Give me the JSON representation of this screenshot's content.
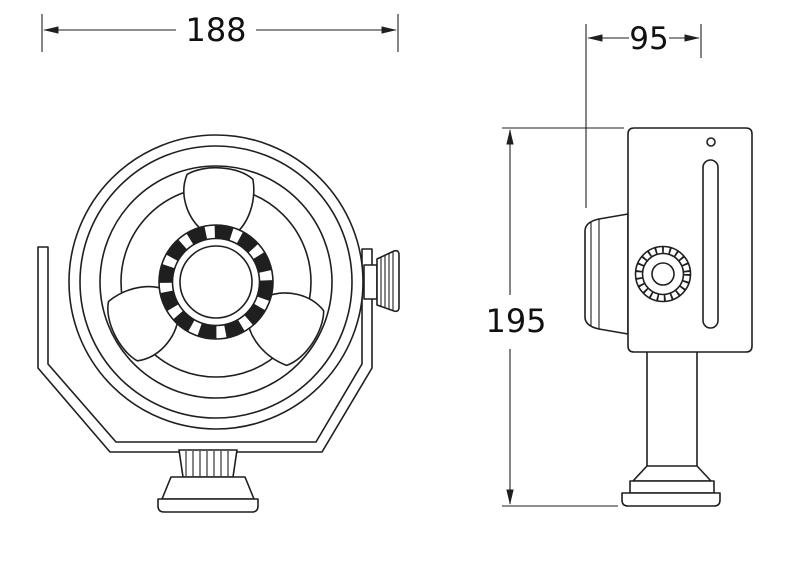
{
  "colors": {
    "background": "#ffffff",
    "line": "#1f1f1f",
    "text": "#111111"
  },
  "dimensions": {
    "front_width_mm": "188",
    "side_depth_mm": "95",
    "side_height_mm": "195"
  }
}
